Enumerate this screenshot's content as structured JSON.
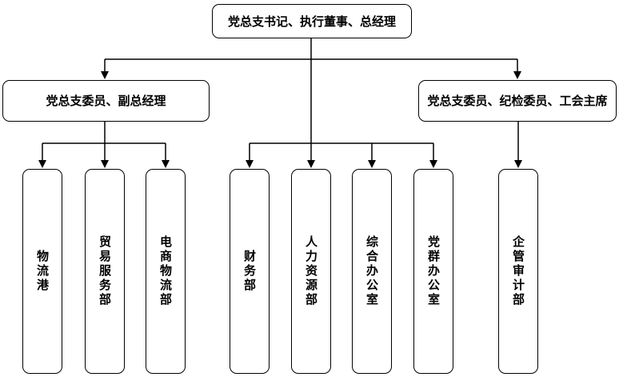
{
  "diagram": {
    "type": "org-chart",
    "colors": {
      "background": "#ffffff",
      "line": "#000000",
      "box_fill": "#ffffff",
      "box_border": "#000000",
      "text": "#000000"
    },
    "root": {
      "label": "党总支书记、执行董事、总经理"
    },
    "level2": [
      {
        "id": "deputy-gm",
        "label": "党总支委员、副总经理"
      },
      {
        "id": "discipline-union",
        "label": "党总支委员、纪检委员、工会主席"
      }
    ],
    "departments": [
      {
        "label": "物流港",
        "parent": "deputy-gm"
      },
      {
        "label": "贸易服务部",
        "parent": "deputy-gm"
      },
      {
        "label": "电商物流部",
        "parent": "deputy-gm"
      },
      {
        "label": "财务部",
        "parent": "root"
      },
      {
        "label": "人力资源部",
        "parent": "root"
      },
      {
        "label": "综合办公室",
        "parent": "root"
      },
      {
        "label": "党群办公室",
        "parent": "root"
      },
      {
        "label": "企管审计部",
        "parent": "discipline-union"
      }
    ]
  }
}
